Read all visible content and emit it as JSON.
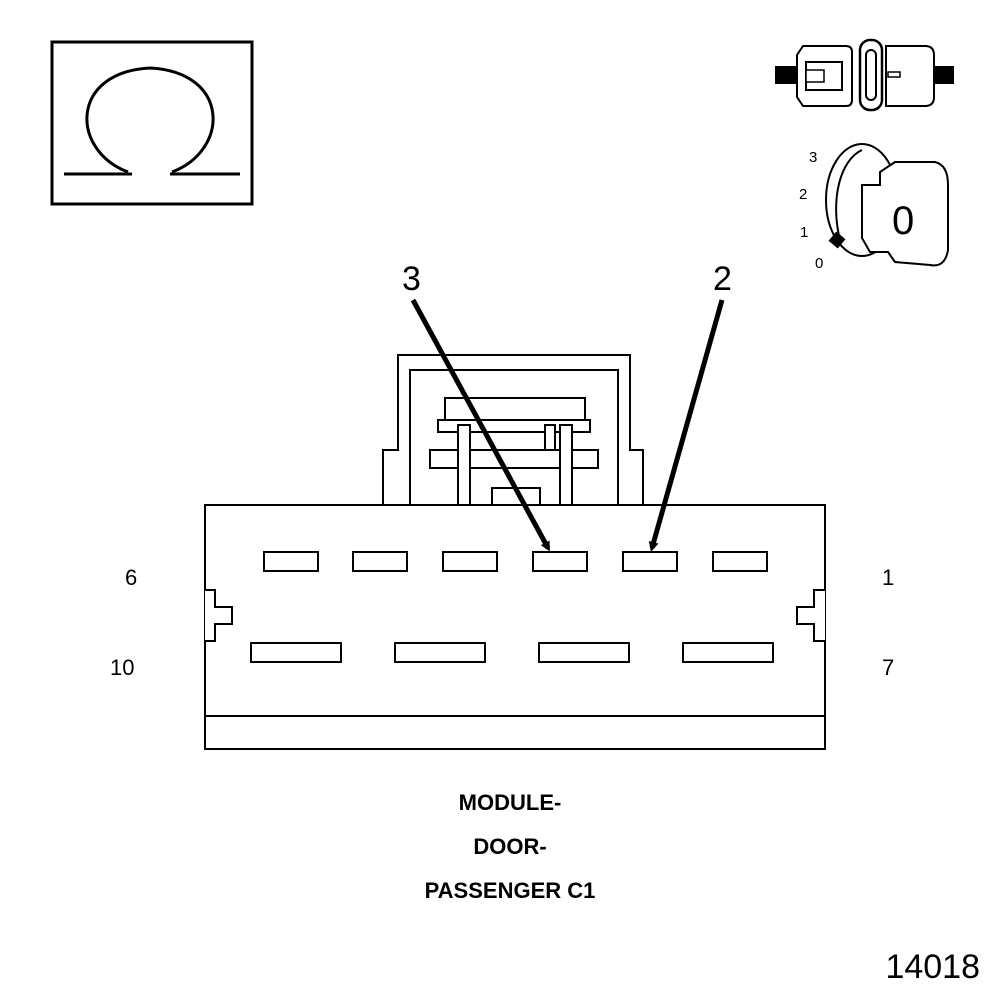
{
  "symbols": {
    "ohm_meter": "ohm-symbol",
    "connector_disconnected": "connector-disconnected-icon",
    "ignition_key": "ignition-key-icon"
  },
  "ignition": {
    "positions": [
      "3",
      "2",
      "1",
      "0"
    ],
    "key_label": "0"
  },
  "probes": [
    {
      "label": "3"
    },
    {
      "label": "2"
    }
  ],
  "pin_numbers": {
    "top_left": "6",
    "top_right": "1",
    "bottom_left": "10",
    "bottom_right": "7"
  },
  "title": {
    "line1": "MODULE-",
    "line2": "DOOR-",
    "line3": "PASSENGER C1"
  },
  "figure_number": "14018"
}
